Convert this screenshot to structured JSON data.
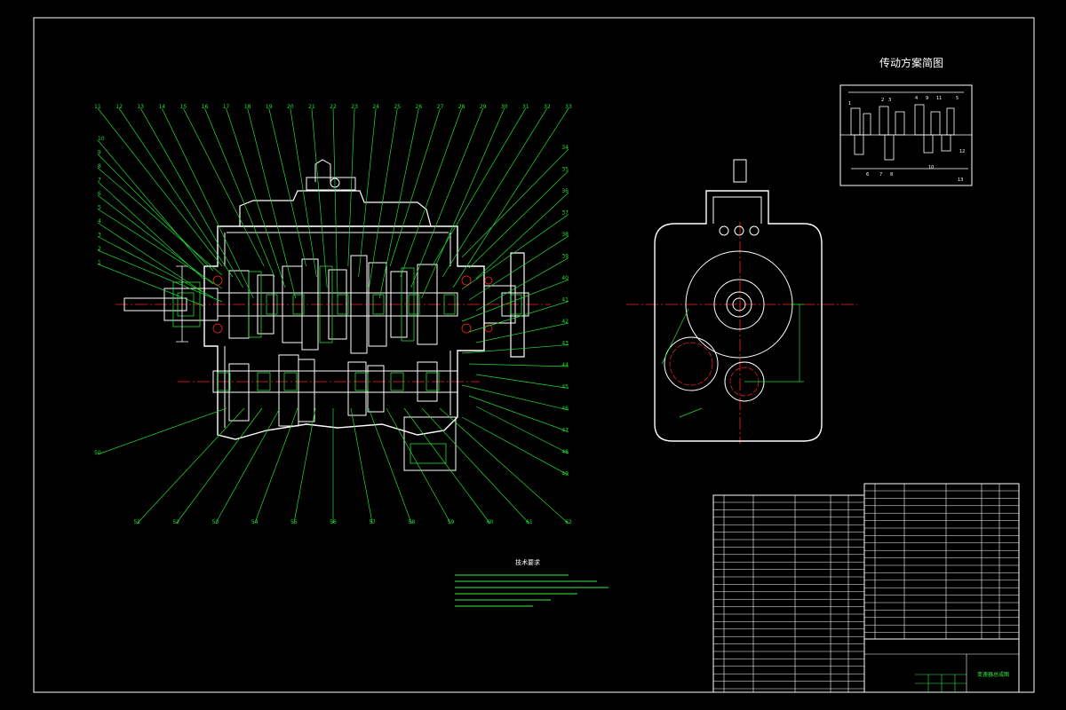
{
  "drawing": {
    "scheme_title": "传动方案简图",
    "tech_requirements_title": "技术要求",
    "title_block_name": "变速器总成图",
    "colors": {
      "background": "#000000",
      "outline": "#ffffff",
      "leader": "#22dd33",
      "centerline": "#ff2222",
      "hatch": "#22dd33"
    },
    "top_callouts": [
      "11",
      "12",
      "13",
      "14",
      "15",
      "16",
      "17",
      "18",
      "19",
      "20",
      "21",
      "22",
      "23",
      "24",
      "25",
      "26",
      "27",
      "28",
      "29",
      "30",
      "31",
      "32",
      "33"
    ],
    "left_callouts": [
      "10",
      "9",
      "8",
      "7",
      "6",
      "5",
      "4",
      "3",
      "2",
      "1"
    ],
    "right_callouts": [
      "34",
      "35",
      "36",
      "37",
      "38",
      "39",
      "40",
      "41",
      "42",
      "43",
      "44",
      "45",
      "46",
      "47",
      "48",
      "49"
    ],
    "bottom_callouts": [
      "50",
      "51",
      "52",
      "53",
      "54",
      "55",
      "56",
      "57",
      "58",
      "59",
      "60",
      "61",
      "62"
    ],
    "scheme_numbers": [
      "1",
      "2",
      "3",
      "4",
      "5",
      "6",
      "7",
      "8",
      "9",
      "10",
      "11",
      "12",
      "13"
    ]
  }
}
